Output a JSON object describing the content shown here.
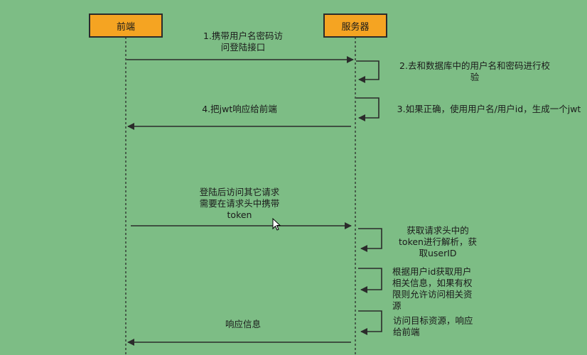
{
  "colors": {
    "background": "#7dbd85",
    "actor_fill": "#f5a422",
    "line": "#2b2b2b"
  },
  "actors": {
    "frontend": "前端",
    "server": "服务器"
  },
  "messages": {
    "m1": "1.携带用户名密码访\n问登陆接口",
    "m2": "2.去和数据库中的用户名和密码进行校\n验",
    "m3": "3.如果正确，使用用户名/用户id，生成一个jwt",
    "m4": "4.把jwt响应给前端",
    "m5": "登陆后访问其它请求\n需要在请求头中携带\ntoken",
    "m6": "获取请求头中的\ntoken进行解析，获\n取userID",
    "m7": "根据用户id获取用户\n相关信息，如果有权\n限则允许访问相关资\n源",
    "m8": "访问目标资源，响应\n给前端",
    "m9": "响应信息"
  }
}
